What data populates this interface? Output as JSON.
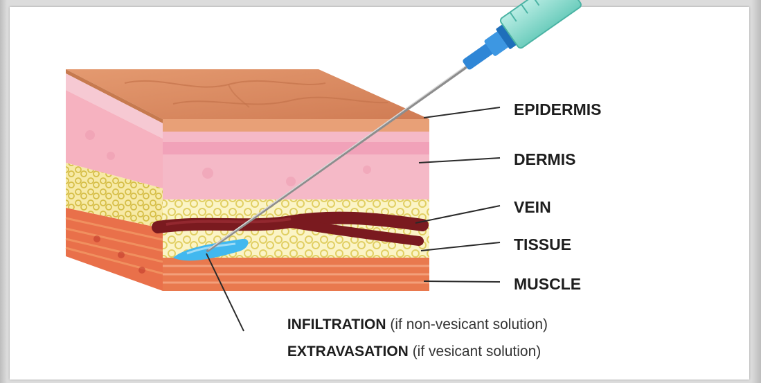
{
  "labels": {
    "epidermis": "EPIDERMIS",
    "dermis": "DERMIS",
    "vein": "VEIN",
    "tissue": "TISSUE",
    "muscle": "MUSCLE"
  },
  "caption": {
    "line1_bold": "INFILTRATION",
    "line1_note": " (if non-vesicant solution)",
    "line2_bold": "EXTRAVASATION",
    "line2_note": " (if vesicant solution)"
  },
  "colors": {
    "epidermis": "#d9865c",
    "dermis": "#f3b2c3",
    "vein": "#7a1a1f",
    "fat": "#f6eda6",
    "muscle": "#e9794e",
    "fluid": "#42b8ef",
    "needle": "#2f86d6"
  }
}
